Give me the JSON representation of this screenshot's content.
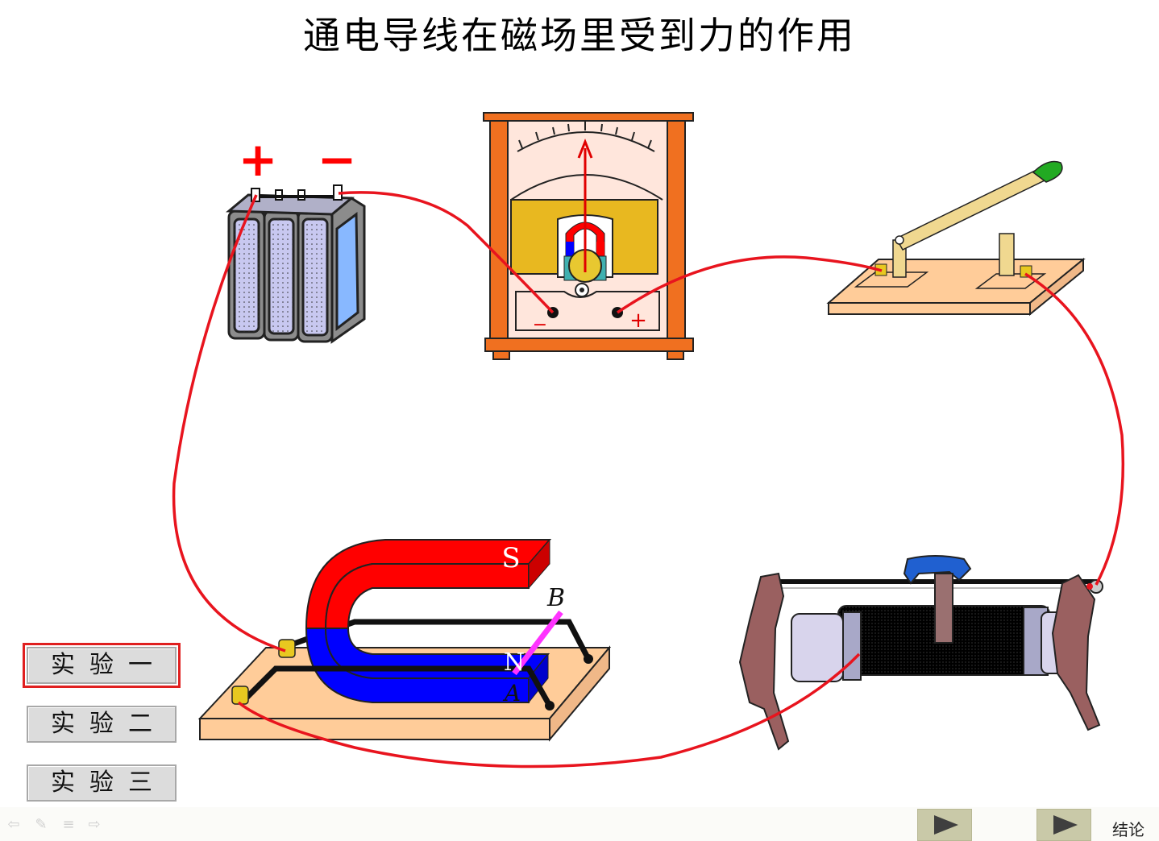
{
  "title": "通电导线在磁场里受到力的作用",
  "battery": {
    "plus_label": "+",
    "minus_label": "−"
  },
  "meter": {
    "minus_terminal": "−",
    "plus_terminal": "+"
  },
  "magnet": {
    "south_label": "S",
    "north_label": "N"
  },
  "rod": {
    "end_b_label": "B",
    "end_a_label": "A"
  },
  "experiments": [
    {
      "label": "实验一",
      "active": true
    },
    {
      "label": "实验二",
      "active": false
    },
    {
      "label": "实验三",
      "active": false
    }
  ],
  "nav": {
    "back_icon": "⇦",
    "pen_icon": "✎",
    "menu_icon": "≡",
    "forward_icon": "⇨",
    "conclusion_label": "结论"
  },
  "colors": {
    "wire": "#e8141e",
    "magnet_south": "#ff0000",
    "magnet_north": "#0000ff",
    "rod": "#ff33ff",
    "meter_frame": "#f07020",
    "board": "#ffcc99"
  }
}
